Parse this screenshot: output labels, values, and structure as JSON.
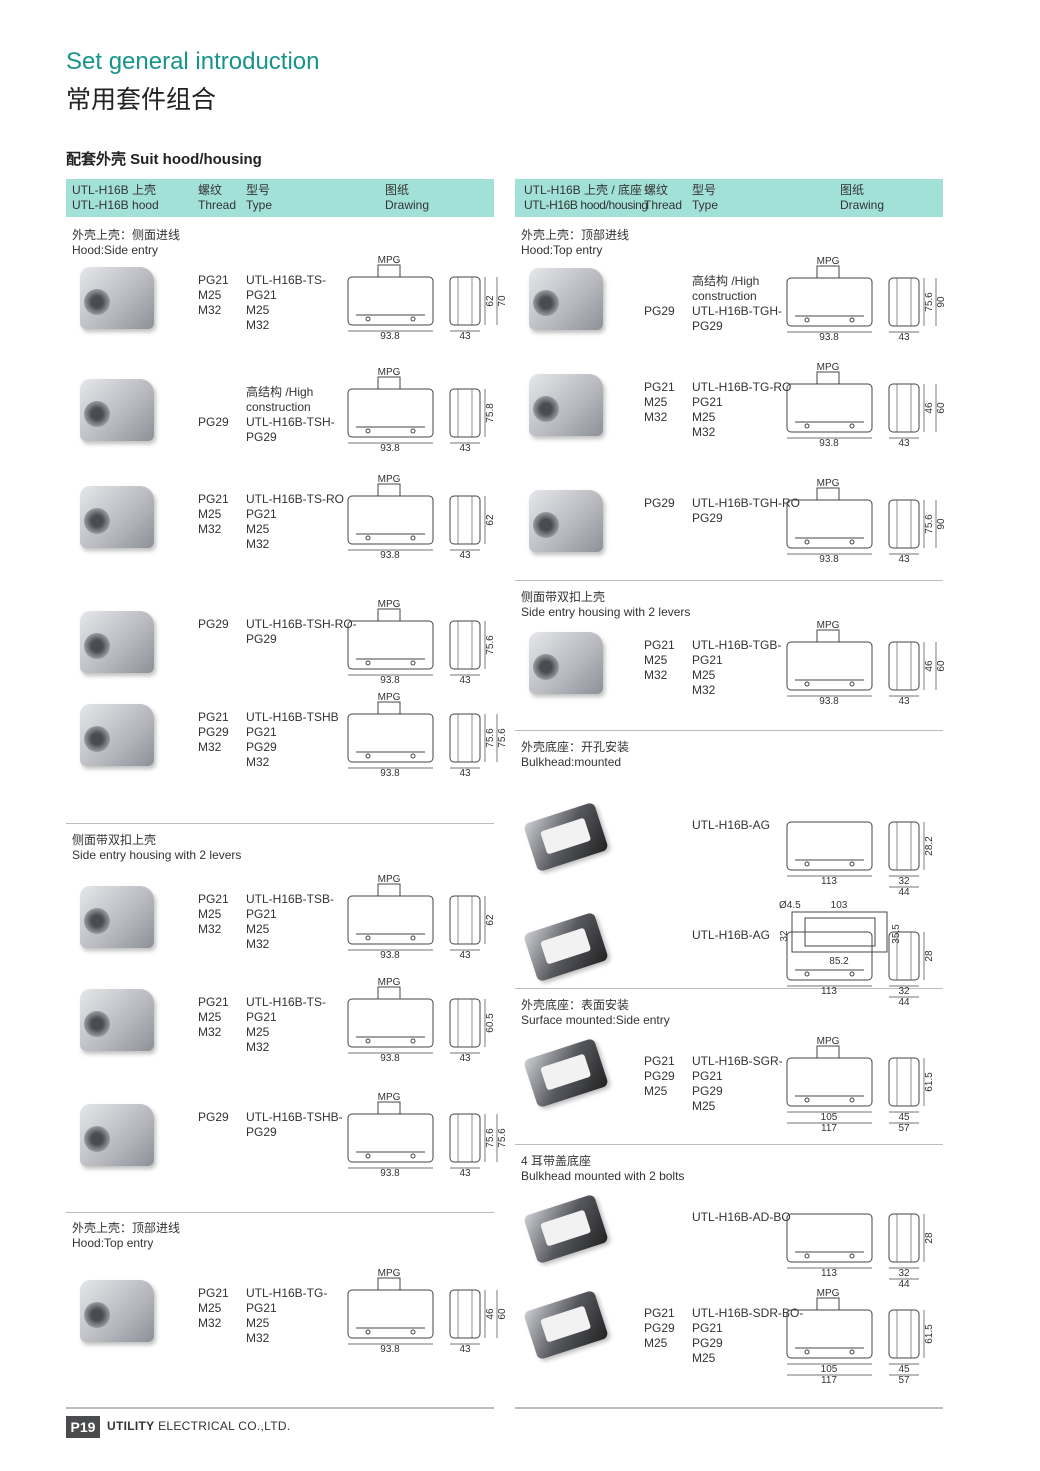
{
  "title_en": "Set general introduction",
  "title_cn": "常用套件组合",
  "subtitle": "配套外壳  Suit hood/housing",
  "left": {
    "header": {
      "name_cn": "UTL-H16B 上壳",
      "name_en": "UTL-H16B hood",
      "thread_cn": "螺纹",
      "thread_en": "Thread",
      "type_cn": "型号",
      "type_en": "Type",
      "drawing_cn": "图纸",
      "drawing_en": "Drawing"
    },
    "sections": [
      {
        "title_cn": "外壳上壳：侧面进线",
        "title_en": "Hood:Side entry",
        "items": [
          {
            "threads": [
              "PG21",
              "M25",
              "M32"
            ],
            "type": [
              "UTL-H16B-TS-",
              "PG21",
              "M25",
              "M32"
            ],
            "drawing": {
              "mpg": "MPG",
              "front": [
                "93.8"
              ],
              "side": [
                "43"
              ],
              "heights": [
                "62",
                "70"
              ]
            }
          },
          {
            "threads": [
              "PG29"
            ],
            "type": [
              "高结构 /High",
              "construction",
              "UTL-H16B-TSH-",
              "PG29"
            ],
            "drawing": {
              "mpg": "MPG",
              "front": [
                "93.8"
              ],
              "side": [
                "43"
              ],
              "heights": [
                "75.8"
              ]
            }
          },
          {
            "threads": [
              "PG21",
              "M25",
              "M32"
            ],
            "type": [
              "UTL-H16B-TS-RO",
              "PG21",
              "M25",
              "M32"
            ],
            "drawing": {
              "mpg": "MPG",
              "front": [
                "93.8"
              ],
              "side": [
                "43"
              ],
              "heights": [
                "62"
              ]
            }
          },
          {
            "threads": [
              "PG29"
            ],
            "type": [
              "UTL-H16B-TSH-RO-",
              "PG29"
            ],
            "drawing": {
              "mpg": "MPG",
              "front": [
                "93.8"
              ],
              "side": [
                "43"
              ],
              "heights": [
                "75.6"
              ]
            }
          },
          {
            "threads": [
              "PG21",
              "PG29",
              "M32"
            ],
            "type": [
              "UTL-H16B-TSHB",
              "PG21",
              "PG29",
              "M32"
            ],
            "drawing": {
              "mpg": "MPG",
              "front": [
                "93.8"
              ],
              "side": [
                "43"
              ],
              "heights": [
                "75.6",
                "75.6"
              ]
            }
          }
        ]
      },
      {
        "title_cn": "侧面带双扣上壳",
        "title_en": "Side entry housing with 2 levers",
        "items": [
          {
            "threads": [
              "PG21",
              "M25",
              "M32"
            ],
            "type": [
              "UTL-H16B-TSB-",
              "PG21",
              "M25",
              "M32"
            ],
            "drawing": {
              "mpg": "MPG",
              "front": [
                "93.8"
              ],
              "side": [
                "43"
              ],
              "heights": [
                "62"
              ]
            }
          },
          {
            "threads": [
              "PG21",
              "M25",
              "M32"
            ],
            "type": [
              "UTL-H16B-TS-",
              "PG21",
              "M25",
              "M32"
            ],
            "drawing": {
              "mpg": "MPG",
              "front": [
                "93.8"
              ],
              "side": [
                "43"
              ],
              "heights": [
                "60.5"
              ]
            }
          },
          {
            "threads": [
              "PG29"
            ],
            "type": [
              "UTL-H16B-TSHB-",
              "PG29"
            ],
            "drawing": {
              "mpg": "MPG",
              "front": [
                "93.8"
              ],
              "side": [
                "43"
              ],
              "heights": [
                "75.6",
                "75.6"
              ]
            }
          }
        ]
      },
      {
        "title_cn": "外壳上壳：顶部进线",
        "title_en": "Hood:Top entry",
        "items": [
          {
            "threads": [
              "PG21",
              "M25",
              "M32"
            ],
            "type": [
              "UTL-H16B-TG-",
              "PG21",
              "M25",
              "M32"
            ],
            "drawing": {
              "mpg": "MPG",
              "front": [
                "93.8"
              ],
              "side": [
                "43"
              ],
              "heights": [
                "46",
                "60"
              ]
            }
          }
        ]
      }
    ]
  },
  "right": {
    "header": {
      "name_cn": "UTL-H16B 上壳 / 底座",
      "name_en": "UTL-H16B hood/housing",
      "thread_cn": "螺纹",
      "thread_en": "Thread",
      "type_cn": "型号",
      "type_en": "Type",
      "drawing_cn": "图纸",
      "drawing_en": "Drawing"
    },
    "sections": [
      {
        "title_cn": "外壳上壳：顶部进线",
        "title_en": "Hood:Top entry",
        "items": [
          {
            "threads": [
              "PG29"
            ],
            "type": [
              "高结构 /High",
              "construction",
              "UTL-H16B-TGH-",
              "PG29"
            ],
            "drawing": {
              "mpg": "MPG",
              "front": [
                "93.8"
              ],
              "side": [
                "43"
              ],
              "heights": [
                "75.6",
                "90"
              ]
            }
          },
          {
            "threads": [
              "PG21",
              "M25",
              "M32"
            ],
            "type": [
              "UTL-H16B-TG-RO",
              "PG21",
              "M25",
              "M32"
            ],
            "drawing": {
              "mpg": "MPG",
              "front": [
                "93.8"
              ],
              "side": [
                "43"
              ],
              "heights": [
                "46",
                "60"
              ]
            }
          },
          {
            "threads": [
              "PG29"
            ],
            "type": [
              "UTL-H16B-TGH-RO",
              "PG29"
            ],
            "drawing": {
              "mpg": "MPG",
              "front": [
                "93.8"
              ],
              "side": [
                "43"
              ],
              "heights": [
                "75.6",
                "90"
              ]
            }
          }
        ]
      },
      {
        "title_cn": "侧面带双扣上壳",
        "title_en": "Side entry housing with 2 levers",
        "items": [
          {
            "threads": [
              "PG21",
              "M25",
              "M32"
            ],
            "type": [
              "UTL-H16B-TGB-",
              "PG21",
              "M25",
              "M32"
            ],
            "drawing": {
              "mpg": "MPG",
              "front": [
                "93.8"
              ],
              "side": [
                "43"
              ],
              "heights": [
                "46",
                "60"
              ]
            }
          }
        ]
      },
      {
        "title_cn": "外壳底座：开孔安装",
        "title_en": "Bulkhead:mounted",
        "items": [
          {
            "threads": [],
            "type": [
              "UTL-H16B-AG"
            ],
            "drawing": {
              "front": [
                "113"
              ],
              "side": [
                "32",
                "44"
              ],
              "heights": [
                "28.2"
              ],
              "plan": {
                "dia": "Ø4.5",
                "top": "103",
                "left": "32",
                "right": "35.5",
                "bottom": "85.2"
              }
            }
          },
          {
            "threads": [],
            "type": [
              "UTL-H16B-AG"
            ],
            "drawing": {
              "front": [
                "113"
              ],
              "side": [
                "32",
                "44"
              ],
              "heights": [
                "28"
              ]
            }
          }
        ]
      },
      {
        "title_cn": "外壳底座：表面安装",
        "title_en": "Surface mounted:Side entry",
        "items": [
          {
            "threads": [
              "PG21",
              "PG29",
              "M25"
            ],
            "type": [
              "UTL-H16B-SGR-",
              "PG21",
              "PG29",
              "M25"
            ],
            "drawing": {
              "mpg": "MPG",
              "front": [
                "105",
                "117"
              ],
              "side": [
                "45",
                "57"
              ],
              "heights": [
                "61.5"
              ]
            }
          }
        ]
      },
      {
        "title_cn": "4 耳带盖底座",
        "title_en": "Bulkhead mounted with 2 bolts",
        "items": [
          {
            "threads": [],
            "type": [
              "UTL-H16B-AD-BO"
            ],
            "drawing": {
              "front": [
                "113"
              ],
              "side": [
                "32",
                "44"
              ],
              "heights": [
                "28"
              ]
            }
          },
          {
            "threads": [
              "PG21",
              "PG29",
              "M25"
            ],
            "type": [
              "UTL-H16B-SDR-BO-",
              "PG21",
              "PG29",
              "M25"
            ],
            "drawing": {
              "mpg": "MPG",
              "front": [
                "105",
                "117"
              ],
              "side": [
                "45",
                "57"
              ],
              "heights": [
                "61.5"
              ]
            }
          }
        ]
      }
    ]
  },
  "footer": {
    "page": "P19",
    "company_bold": "UTILITY",
    "company_rest": " ELECTRICAL CO.,LTD."
  }
}
